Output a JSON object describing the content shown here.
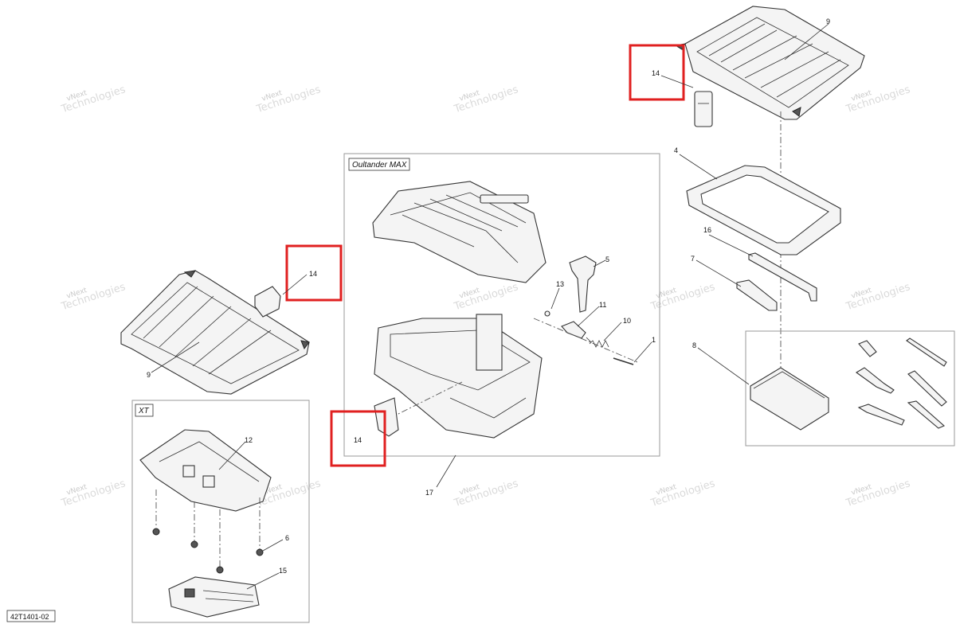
{
  "figure_id": "42T1401-02",
  "panels": {
    "max_label": "Oultander MAX",
    "xt_label": "XT"
  },
  "watermark": {
    "line1": "vNext",
    "line2": "Technologies",
    "inline": "vNext Technologies"
  },
  "callouts": {
    "c1": "1",
    "c4": "4",
    "c5": "5",
    "c6": "6",
    "c7": "7",
    "c8": "8",
    "c9_top": "9",
    "c9_left": "9",
    "c10": "10",
    "c11": "11",
    "c12": "12",
    "c13": "13",
    "c14_top": "14",
    "c14_left": "14",
    "c14_mid": "14",
    "c15": "15",
    "c16": "16",
    "c17": "17"
  },
  "highlight_color": "#e02020"
}
